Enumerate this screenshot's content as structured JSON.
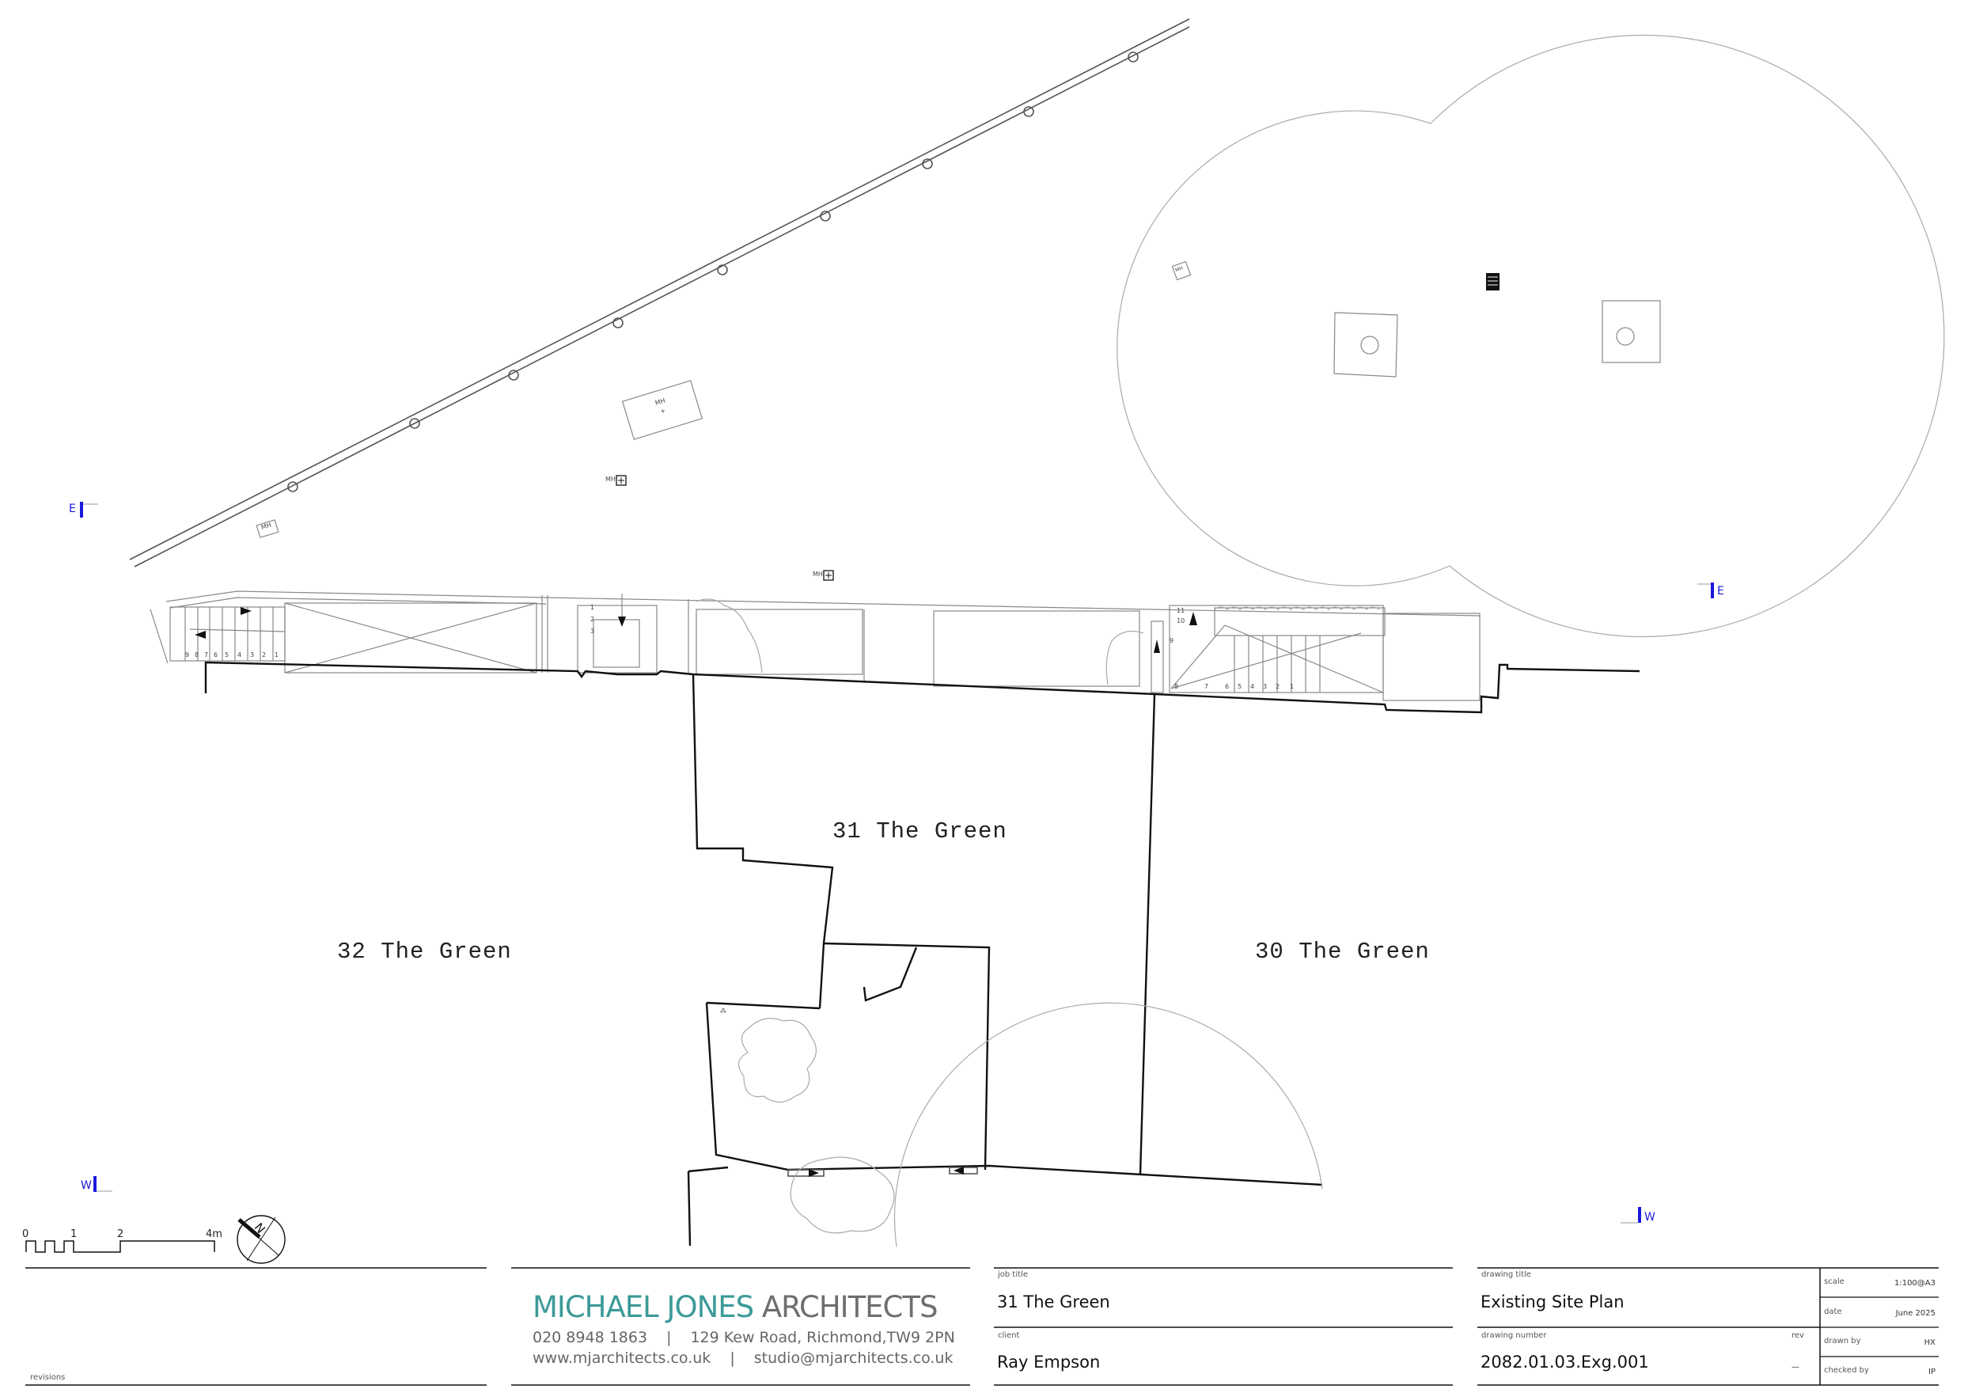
{
  "drawing": {
    "labels": {
      "site_31": "31 The Green",
      "site_32": "32 The Green",
      "site_30": "30 The Green"
    },
    "manhole_label": "MH",
    "section_markers": {
      "east": "E",
      "west": "W"
    },
    "stair_left_numbers": [
      "9",
      "8",
      "7",
      "6",
      "5",
      "4",
      "3",
      "2",
      "1"
    ],
    "steps_mid_numbers": [
      "1",
      "2",
      "3"
    ],
    "stair_right_numbers": [
      "11",
      "10",
      "9",
      "8",
      "7",
      "6",
      "5",
      "4",
      "3",
      "2",
      "1"
    ],
    "scale_bar": {
      "ticks": [
        "0",
        "1",
        "2",
        "4m"
      ]
    },
    "north_label": "N",
    "colors": {
      "section_marker": "#1a1adb",
      "logo_teal": "#3d9a98",
      "logo_gray": "#6e6e6e"
    }
  },
  "title_block": {
    "revisions_label": "revisions",
    "practice": {
      "name_part1": "MICHAEL JONES",
      "name_part2": "ARCHITECTS",
      "phone": "020 8948 1863",
      "address": "129 Kew Road, Richmond,TW9 2PN",
      "web": "www.mjarchitects.co.uk",
      "email": "studio@mjarchitects.co.uk",
      "separator": "|"
    },
    "job_title_label": "job title",
    "job_title": "31 The Green",
    "client_label": "client",
    "client": "Ray Empson",
    "drawing_title_label": "drawing title",
    "drawing_title": "Existing Site Plan",
    "drawing_number_label": "drawing number",
    "drawing_number": "2082.01.03.Exg.001",
    "rev_label": "rev",
    "rev": "—",
    "scale_label": "scale",
    "scale": "1:100@A3",
    "date_label": "date",
    "date": "June 2025",
    "drawn_by_label": "drawn by",
    "drawn_by": "HX",
    "checked_by_label": "checked by",
    "checked_by": "IP"
  }
}
